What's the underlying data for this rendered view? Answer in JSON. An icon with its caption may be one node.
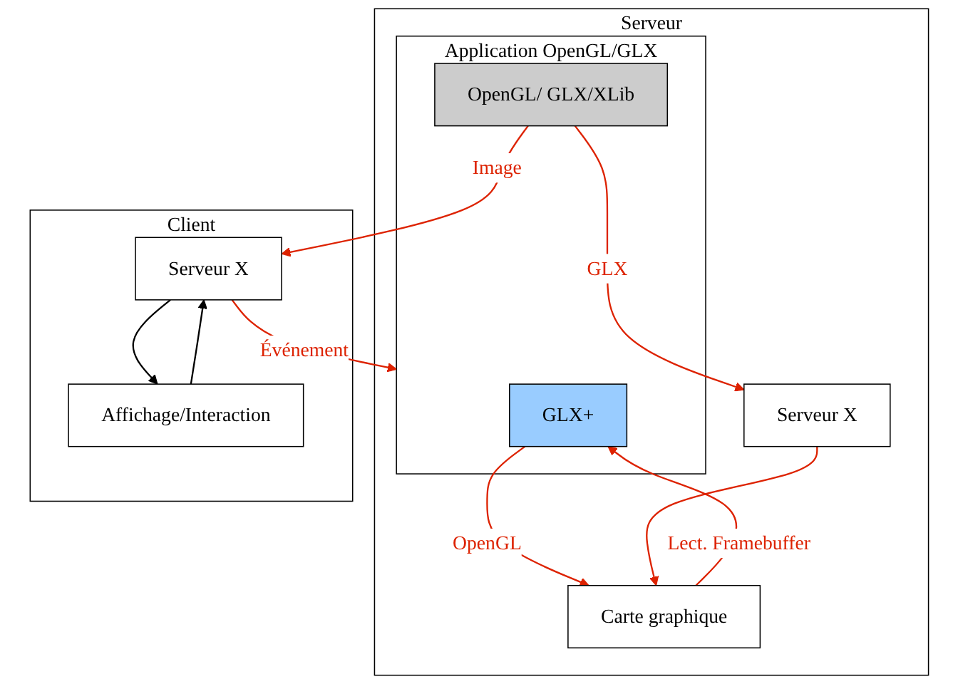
{
  "diagram": {
    "nodes": [
      {
        "text": [
          "Serveur"
        ]
      },
      {
        "text": [
          "Application OpenGL/GLX"
        ],
        "in": 0
      },
      {
        "text": [
          "GLX+"
        ],
        "in": 1
      },
      {
        "text": [
          "OpenGL/ GLX/XLib"
        ],
        "in": 1
      },
      {
        "text": [
          "Serveur X"
        ],
        "in": 0
      },
      {
        "text": [
          "Carte graphique"
        ],
        "in": 0
      },
      {
        "text": [
          "Client"
        ]
      },
      {
        "text": [
          "Serveur X"
        ],
        "in": 6
      },
      {
        "text": [
          "Affichage/Interaction"
        ],
        "in": 6
      }
    ],
    "edges": [
      {
        "from": 7,
        "to": 1,
        "arrow": "to",
        "label": "Événement"
      },
      {
        "from": 3,
        "to": 7,
        "arrow": "to",
        "label": "Image"
      },
      {
        "from": 3,
        "to": 4,
        "arrow": "to",
        "label": "GLX"
      },
      {
        "from": 2,
        "to": 5,
        "arrow": "to",
        "label": "OpenGL"
      },
      {
        "from": 5,
        "to": 2,
        "arrow": "to",
        "label": "Lect. Framebuffer"
      },
      {
        "from": 4,
        "to": 5,
        "arrow": "to"
      },
      {
        "from": 7,
        "to": 8,
        "arrow": "to",
        "color": "#000000"
      },
      {
        "from": 8,
        "to": 7,
        "arrow": "to",
        "color": "#000000"
      }
    ]
  }
}
